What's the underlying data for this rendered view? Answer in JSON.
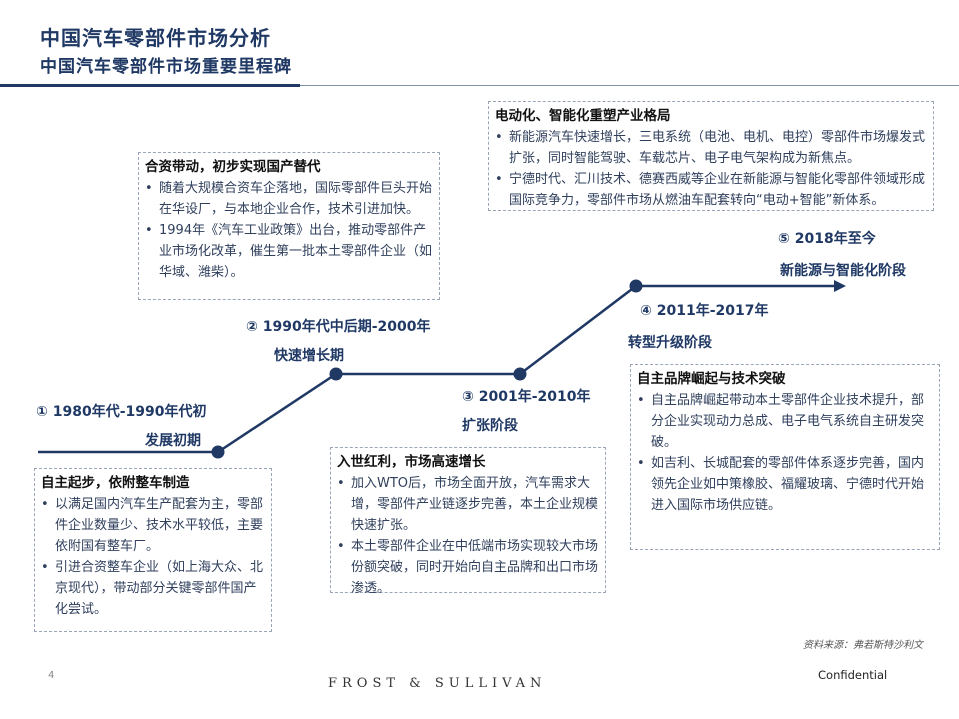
{
  "header": {
    "title": "中国汽车零部件市场分析",
    "subtitle": "中国汽车零部件市场重要里程碑"
  },
  "stages": [
    {
      "label": "① 1980年代-1990年代初",
      "phase": "发展初期"
    },
    {
      "label": "② 1990年代中后期-2000年",
      "phase": "快速增长期"
    },
    {
      "label": "③ 2001年-2010年",
      "phase": "扩张阶段"
    },
    {
      "label": "④ 2011年-2017年",
      "phase": "转型升级阶段"
    },
    {
      "label": "⑤ 2018年至今",
      "phase": "新能源与智能化阶段"
    }
  ],
  "boxes": [
    {
      "title": "自主起步，依附整车制造",
      "bullets": [
        "以满足国内汽车生产配套为主，零部件企业数量少、技术水平较低，主要依附国有整车厂。",
        "引进合资整车企业（如上海大众、北京现代），带动部分关键零部件国产化尝试。"
      ]
    },
    {
      "title": "合资带动，初步实现国产替代",
      "bullets": [
        "随着大规模合资车企落地，国际零部件巨头开始在华设厂，与本地企业合作，技术引进加快。",
        "1994年《汽车工业政策》出台，推动零部件产业市场化改革，催生第一批本土零部件企业（如华域、潍柴）。"
      ]
    },
    {
      "title": "入世红利，市场高速增长",
      "bullets": [
        "加入WTO后，市场全面开放，汽车需求大增，零部件产业链逐步完善，本土企业规模快速扩张。",
        "本土零部件企业在中低端市场实现较大市场份额突破，同时开始向自主品牌和出口市场渗透。"
      ]
    },
    {
      "title": "自主品牌崛起与技术突破",
      "bullets": [
        "自主品牌崛起带动本土零部件企业技术提升，部分企业实现动力总成、电子电气系统自主研发突破。",
        "如吉利、长城配套的零部件体系逐步完善，国内领先企业如中策橡胶、福耀玻璃、宁德时代开始进入国际市场供应链。"
      ]
    },
    {
      "title": "电动化、智能化重塑产业格局",
      "bullets": [
        "新能源汽车快速增长，三电系统（电池、电机、电控）零部件市场爆发式扩张，同时智能驾驶、车载芯片、电子电气架构成为新焦点。",
        "宁德时代、汇川技术、德赛西威等企业在新能源与智能化零部件领域形成国际竞争力，零部件市场从燃油车配套转向“电动+智能”新体系。"
      ]
    }
  ],
  "footer": {
    "source": "资料来源：弗若斯特沙利文",
    "page": "4",
    "brand": "FROST & SULLIVAN",
    "confidential": "Confidential"
  }
}
